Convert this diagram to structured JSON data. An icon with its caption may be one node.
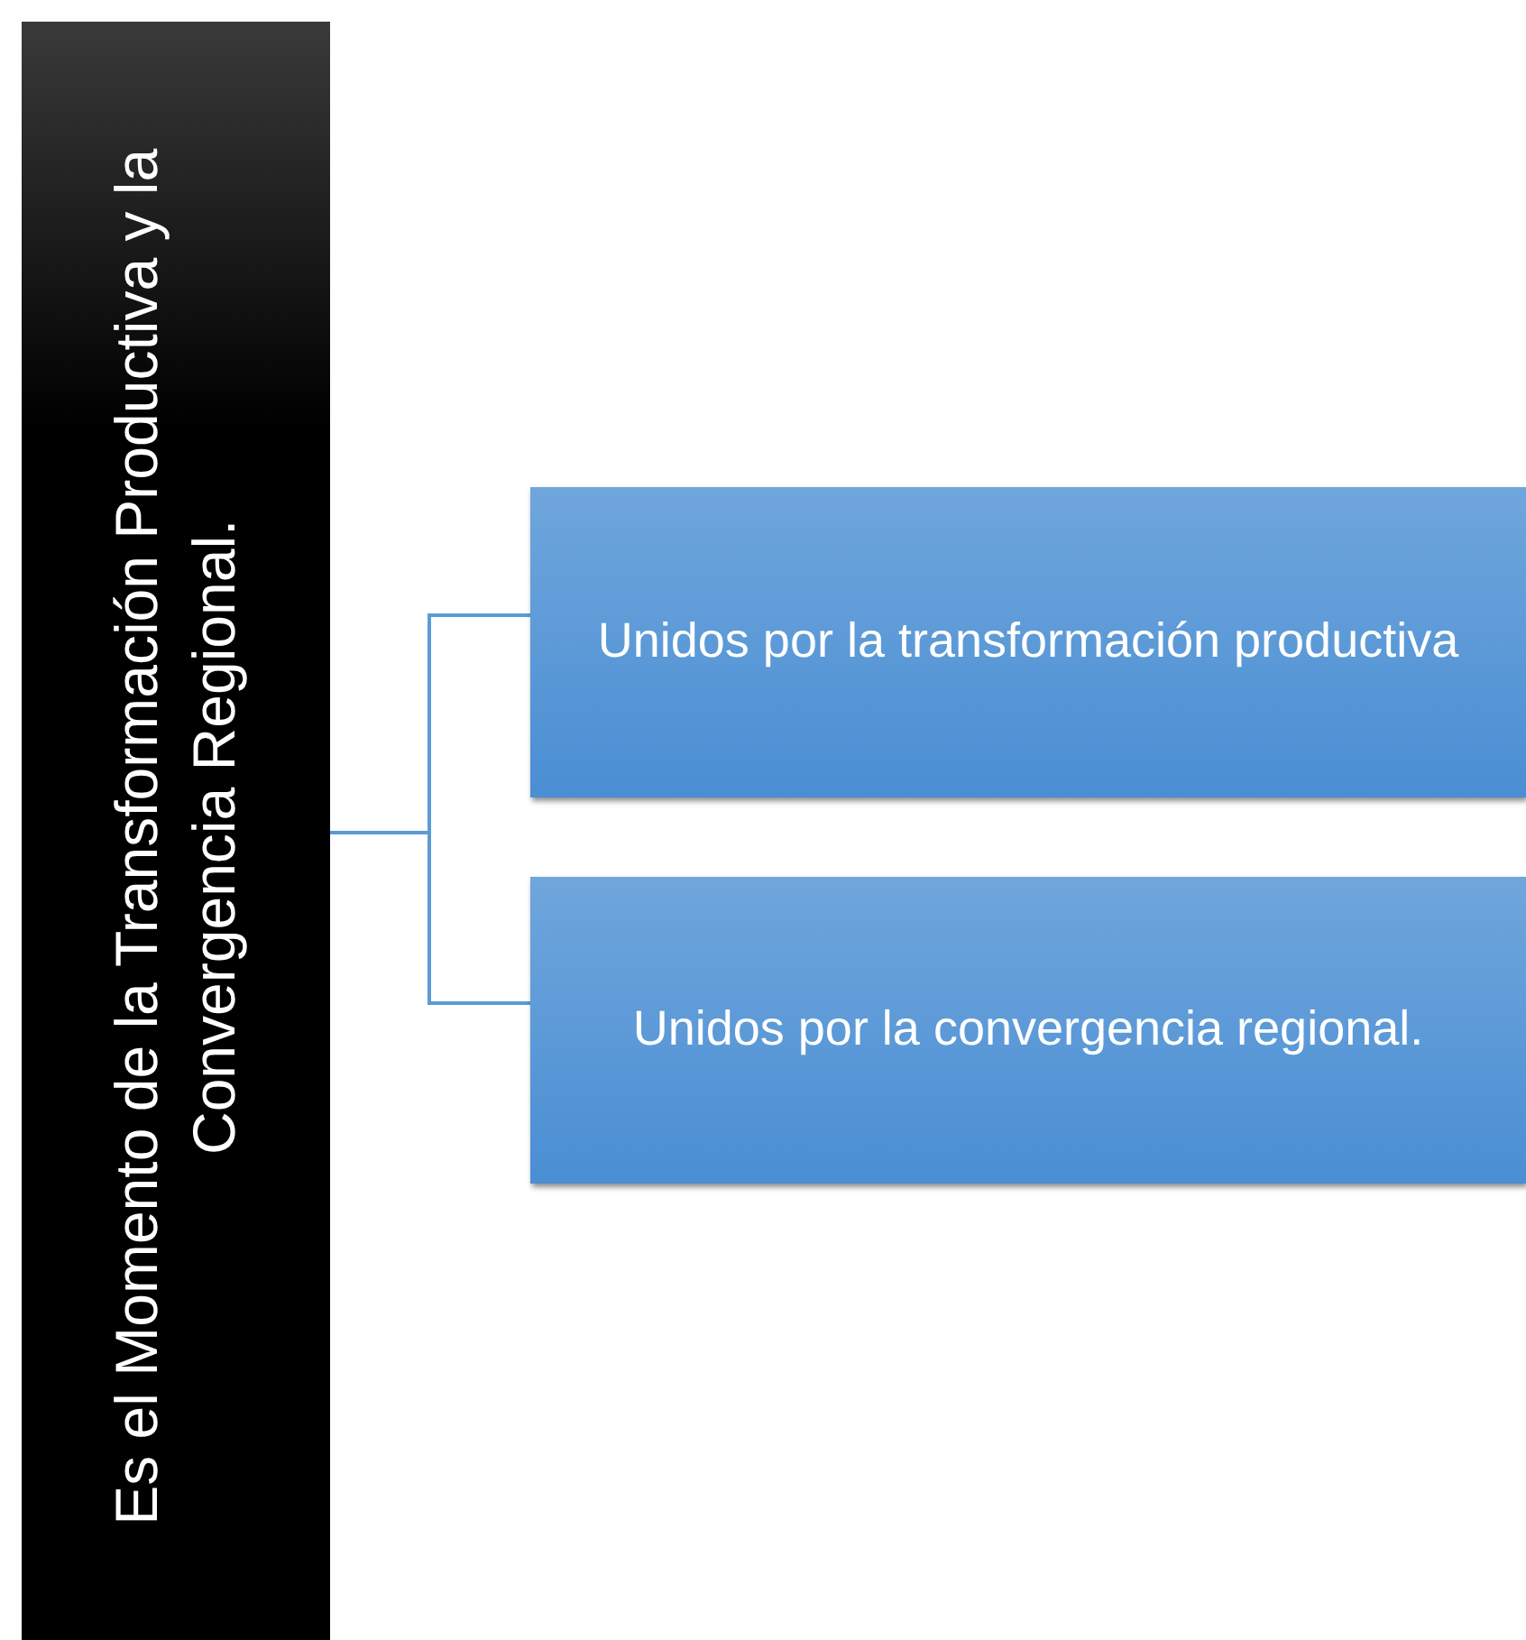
{
  "diagram": {
    "nodes": [
      {
        "text": [
          "Es el Momento de la Transformación Productiva y la Convergencia Regional."
        ]
      },
      {
        "text": [
          "Unidos por la transformación productiva"
        ]
      },
      {
        "text": [
          "Unidos por la convergencia regional."
        ]
      }
    ],
    "edges": [
      {
        "from": 0,
        "to": 1,
        "arrow": "none"
      },
      {
        "from": 0,
        "to": 2,
        "arrow": "none"
      }
    ]
  }
}
